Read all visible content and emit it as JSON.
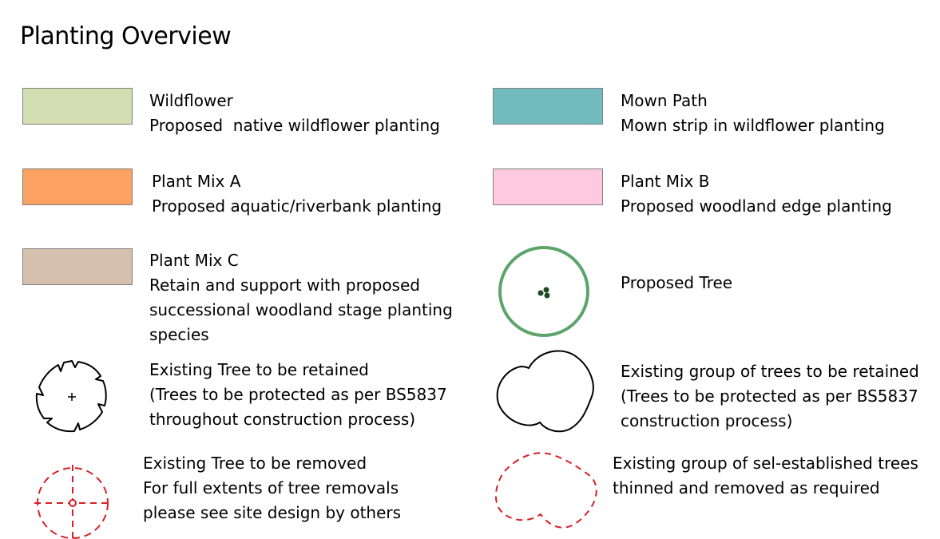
{
  "title": "Planting Overview",
  "colors": {
    "wildflower": "#d3dfb3",
    "mown_path": "#72bcbf",
    "plant_mix_a": "#fba161",
    "plant_mix_b": "#ffcadf",
    "plant_mix_c": "#d6c1ae",
    "proposed_tree_ring": "#5da46b",
    "proposed_tree_center": "#1f4b23",
    "removed_tree": "#d61f26",
    "retained_outline": "#000000"
  },
  "legend": {
    "wildflower": {
      "icon": "wildflower-swatch",
      "label": "Wildflower",
      "desc": "Proposed  native wildflower planting"
    },
    "mown_path": {
      "icon": "mown-path-swatch",
      "label": "Mown Path",
      "desc": "Mown strip in wildflower planting"
    },
    "plant_mix_a": {
      "icon": "plant-mix-a-swatch",
      "label": "Plant Mix A",
      "desc": "Proposed aquatic/riverbank planting"
    },
    "plant_mix_b": {
      "icon": "plant-mix-b-swatch",
      "label": "Plant Mix B",
      "desc": "Proposed woodland edge planting"
    },
    "plant_mix_c": {
      "icon": "plant-mix-c-swatch",
      "label": "Plant Mix C",
      "desc_lines": [
        "Retain and support with proposed",
        "successional woodland stage planting",
        "species"
      ]
    },
    "proposed_tree": {
      "icon": "proposed-tree-icon",
      "label": "Proposed Tree"
    },
    "existing_tree_retained": {
      "icon": "existing-tree-retained-icon",
      "label": "Existing Tree to be retained",
      "desc_lines": [
        "(Trees to be protected as per BS5837",
        "throughout construction process)"
      ]
    },
    "existing_group_retained": {
      "icon": "existing-tree-group-retained-icon",
      "label": "Existing group of trees to be retained",
      "desc_lines": [
        "(Trees to be protected as per BS5837",
        "construction process)"
      ]
    },
    "existing_tree_removed": {
      "icon": "existing-tree-removed-icon",
      "label": "Existing Tree to be removed",
      "desc_lines": [
        "For full extents of tree removals",
        "please see site design by others"
      ]
    },
    "self_established_group": {
      "icon": "self-established-group-icon",
      "label": "Existing group of sel-established trees",
      "desc": "thinned and removed as required"
    }
  }
}
